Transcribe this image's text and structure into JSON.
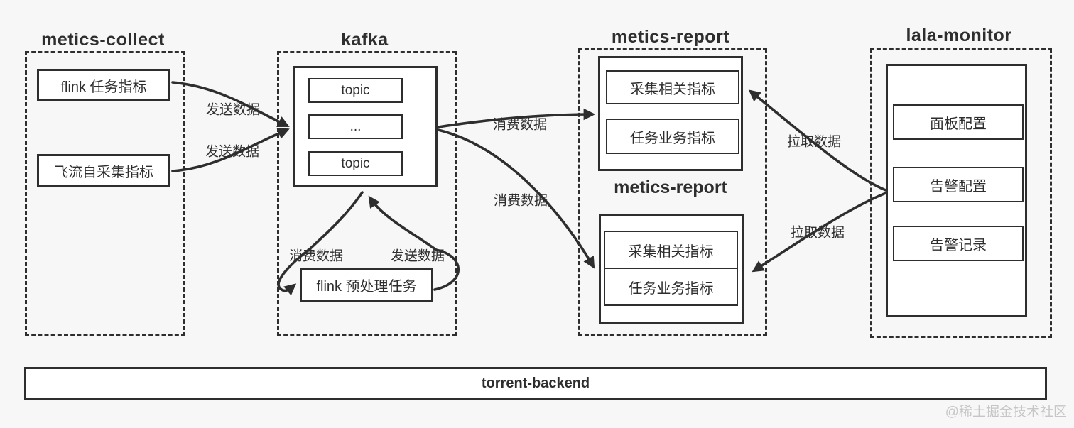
{
  "diagram": {
    "collect": {
      "title": "metics-collect",
      "metric1": "flink 任务指标",
      "metric2": "飞流自采集指标"
    },
    "kafka": {
      "title": "kafka",
      "topic1": "topic",
      "topic2": "...",
      "topic3": "topic",
      "processor": "flink 预处理任务"
    },
    "report": {
      "title": "metics-report",
      "subtitle": "metics-report",
      "group1_metric1": "采集相关指标",
      "group1_metric2": "任务业务指标",
      "group2_metric1": "采集相关指标",
      "group2_metric2": "任务业务指标"
    },
    "monitor": {
      "title": "lala-monitor",
      "panel_config": "面板配置",
      "alert_config": "告警配置",
      "alert_record": "告警记录"
    },
    "edges": {
      "send1": "发送数据",
      "send2": "发送数据",
      "consume1": "消费数据",
      "consume2": "消费数据",
      "flink_consume": "消费数据",
      "flink_send": "发送数据",
      "pull1": "拉取数据",
      "pull2": "拉取数据"
    },
    "backend": {
      "title": "torrent-backend"
    },
    "watermark": "@稀土掘金技术社区"
  },
  "colors": {
    "background": "#f7f7f7",
    "stroke": "#2e2e2e",
    "box_fill": "#ffffff",
    "watermark_text": "#c6c6c6"
  }
}
